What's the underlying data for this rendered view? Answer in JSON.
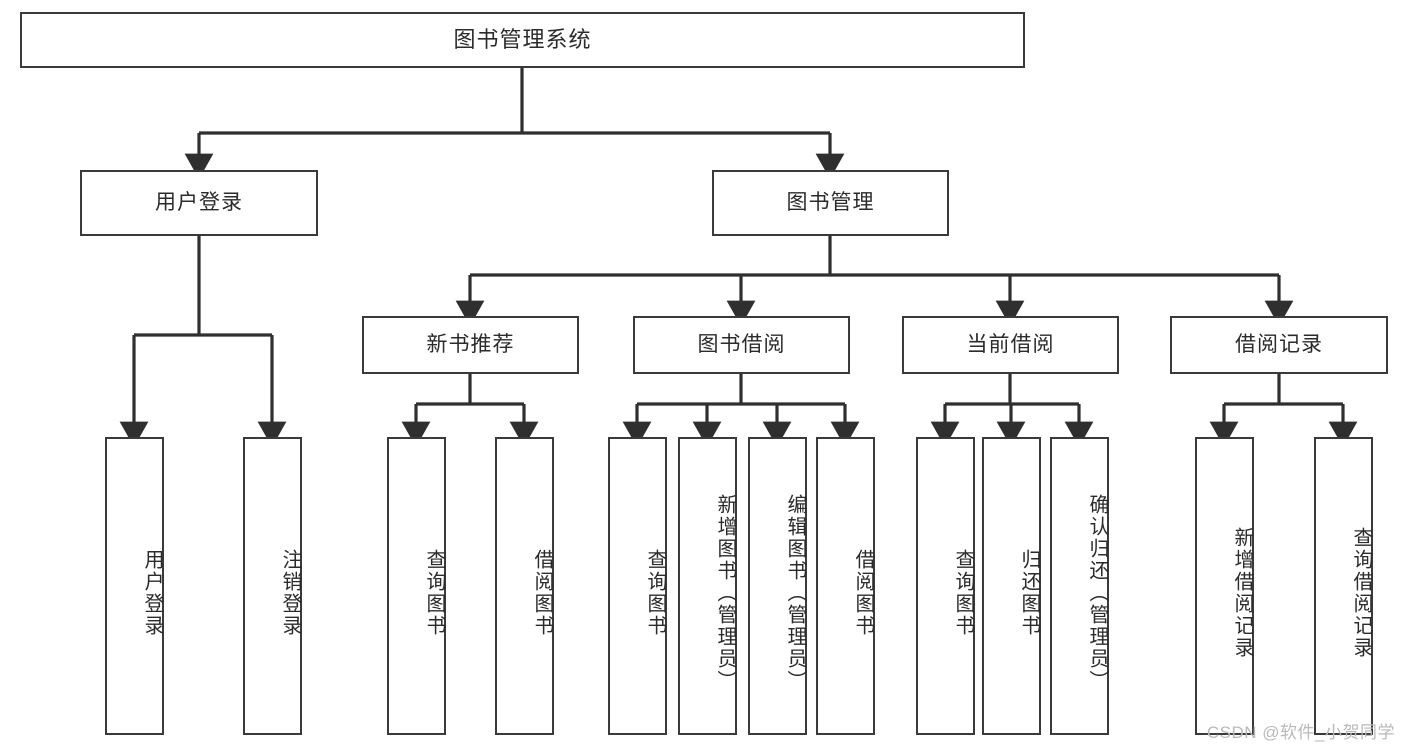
{
  "diagram": {
    "title": "图书管理系统",
    "type": "hierarchy-tree",
    "watermark": "CSDN @软件_小贺同学",
    "colors": {
      "box_border": "#3a3a3a",
      "box_fill": "#ffffff",
      "text": "#2b2b2b",
      "connector": "#2f2f2f",
      "watermark": "#b9b9b9",
      "background": "#ffffff"
    },
    "root": {
      "label": "图书管理系统"
    },
    "level2": [
      {
        "id": "user-login",
        "label": "用户登录"
      },
      {
        "id": "book-manage",
        "label": "图书管理"
      }
    ],
    "level3": [
      {
        "id": "new-book-rec",
        "label": "新书推荐",
        "parent": "book-manage"
      },
      {
        "id": "book-borrow",
        "label": "图书借阅",
        "parent": "book-manage"
      },
      {
        "id": "current-borrow",
        "label": "当前借阅",
        "parent": "book-manage"
      },
      {
        "id": "borrow-record",
        "label": "借阅记录",
        "parent": "book-manage"
      }
    ],
    "leaves": [
      {
        "id": "leaf-user-login",
        "label": "用户登录",
        "parent": "user-login"
      },
      {
        "id": "leaf-logout-login",
        "label": "注销登录",
        "parent": "user-login"
      },
      {
        "id": "leaf-query-book-1",
        "label": "查询图书",
        "parent": "new-book-rec"
      },
      {
        "id": "leaf-borrow-book-1",
        "label": "借阅图书",
        "parent": "new-book-rec"
      },
      {
        "id": "leaf-query-book-2",
        "label": "查询图书",
        "parent": "book-borrow"
      },
      {
        "id": "leaf-add-book",
        "label": "新增图书（管理员）",
        "parent": "book-borrow"
      },
      {
        "id": "leaf-edit-book",
        "label": "编辑图书（管理员）",
        "parent": "book-borrow"
      },
      {
        "id": "leaf-borrow-book-2",
        "label": "借阅图书",
        "parent": "book-borrow"
      },
      {
        "id": "leaf-query-book-3",
        "label": "查询图书",
        "parent": "current-borrow"
      },
      {
        "id": "leaf-return-book",
        "label": "归还图书",
        "parent": "current-borrow"
      },
      {
        "id": "leaf-confirm-return",
        "label": "确认归还（管理员）",
        "parent": "current-borrow"
      },
      {
        "id": "leaf-add-record",
        "label": "新增借阅记录",
        "parent": "borrow-record"
      },
      {
        "id": "leaf-query-record",
        "label": "查询借阅记录",
        "parent": "borrow-record"
      }
    ]
  }
}
